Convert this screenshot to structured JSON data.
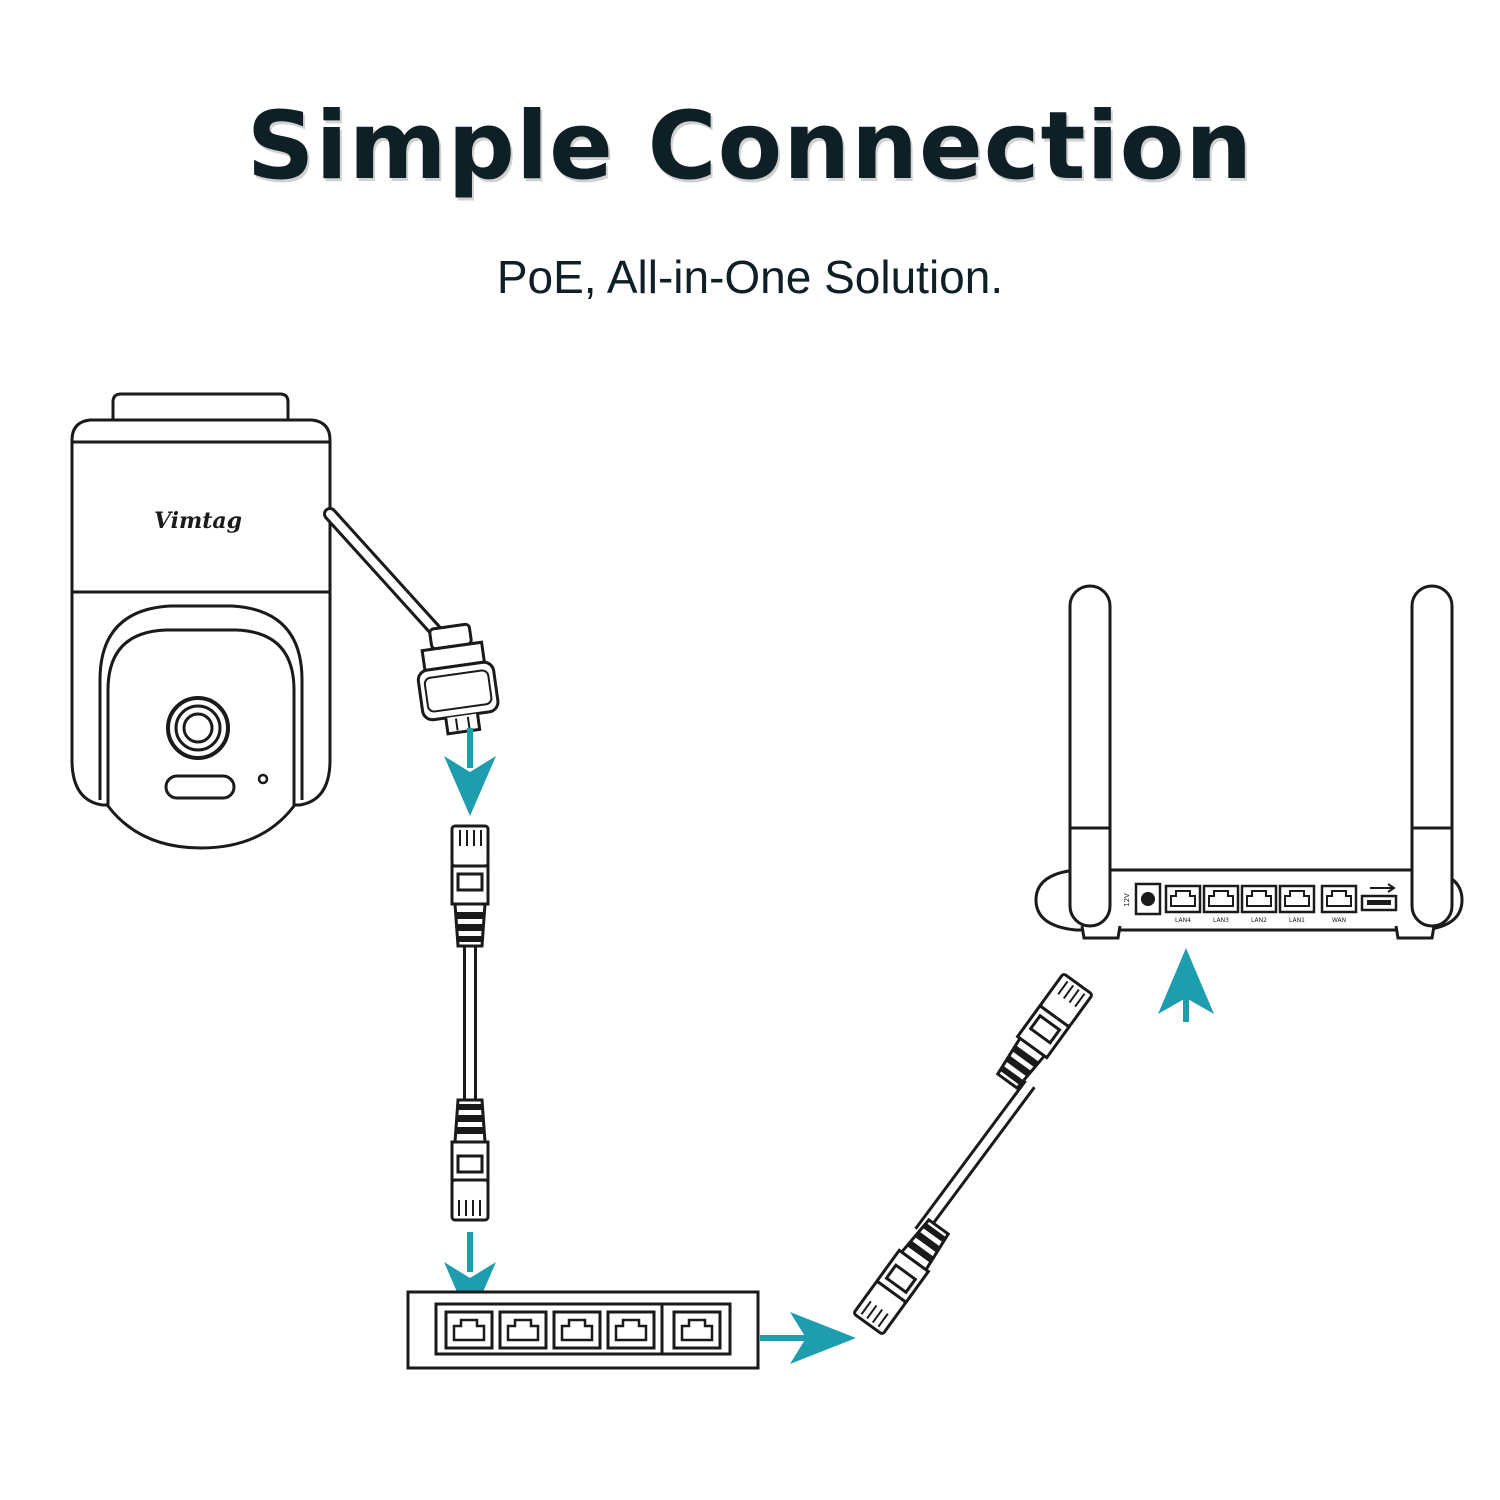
{
  "header": {
    "title": "Simple Connection",
    "subtitle": "PoE, All-in-One Solution."
  },
  "camera": {
    "brand": "Vimtag"
  },
  "router": {
    "power_label": "12V",
    "lan_labels": [
      "LAN4",
      "LAN3",
      "LAN2",
      "LAN1"
    ],
    "wan_label": "WAN"
  },
  "colors": {
    "arrow": "#1d9dad",
    "line": "#1a1a1a",
    "text": "#0e1f26"
  },
  "icons": {
    "camera": "ptz-camera-icon",
    "switch": "poe-switch-icon",
    "router": "wifi-router-icon",
    "cable": "ethernet-cable-icon",
    "arrow": "arrow-icon",
    "usb": "usb-icon"
  }
}
